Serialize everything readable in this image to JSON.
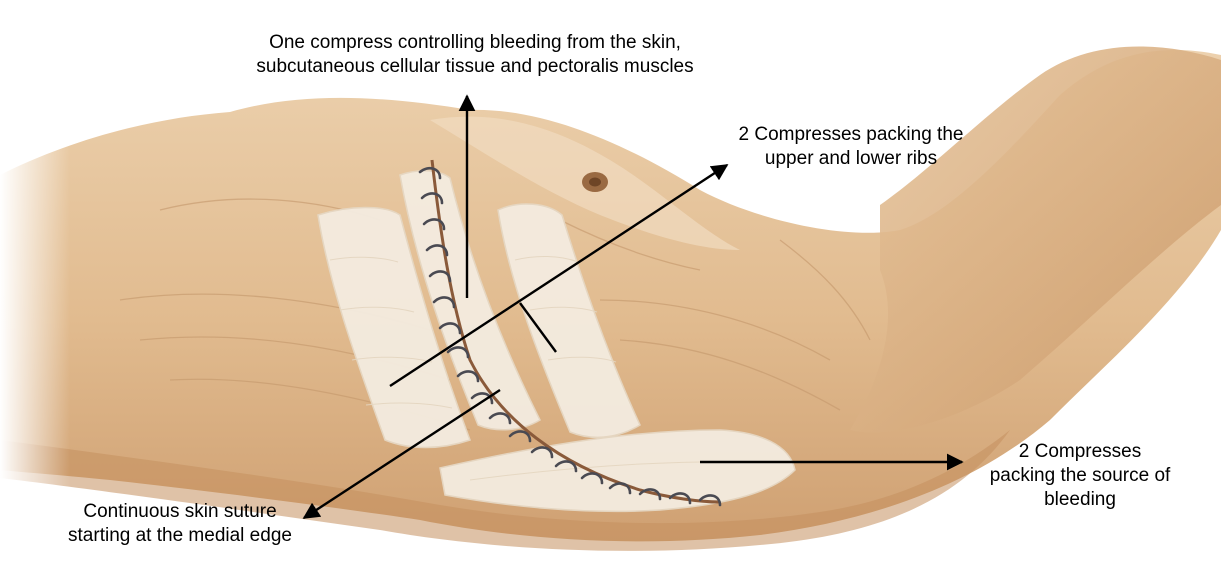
{
  "labels": {
    "top": {
      "line1": "One compress controlling bleeding from the skin,",
      "line2": "subcutaneous cellular tissue and pectoralis muscles"
    },
    "upper_right": {
      "line1": "2 Compresses packing the",
      "line2": "upper and lower ribs"
    },
    "right": {
      "line1": "2 Compresses",
      "line2": "packing the source of",
      "line3": "bleeding"
    },
    "bottom_left": {
      "line1": "Continuous skin suture",
      "line2": "starting at the medial edge"
    }
  },
  "colors": {
    "skin": "#e3bf96",
    "skin_shadow": "#c99a6c",
    "skin_light": "#efd6b6",
    "gauze": "#f4ece0",
    "suture": "#4a4a52",
    "arrow": "#000000"
  }
}
